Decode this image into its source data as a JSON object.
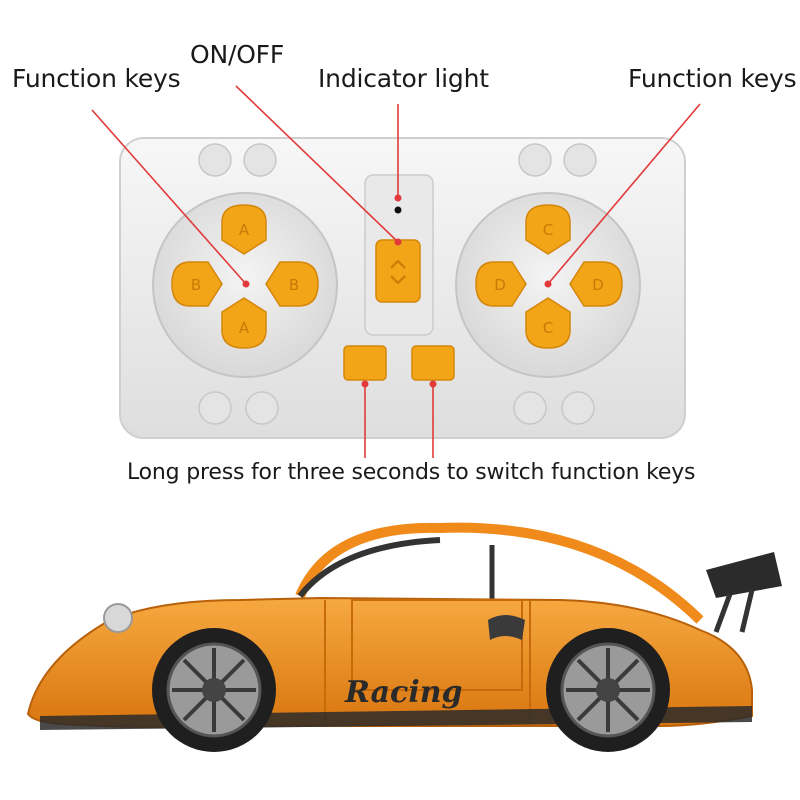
{
  "labels": {
    "function_keys_left": "Function keys",
    "on_off": "ON/OFF",
    "indicator_light": "Indicator light",
    "function_keys_right": "Function keys",
    "long_press": "Long press for three seconds to switch function keys"
  },
  "buttons": {
    "left_pad": {
      "up": "A",
      "down": "A",
      "left": "B",
      "right": "B"
    },
    "right_pad": {
      "up": "C",
      "down": "C",
      "left": "D",
      "right": "D"
    }
  },
  "car": {
    "side_text": "Racing"
  },
  "colors": {
    "button_orange": "#f2a516",
    "button_shade": "#d4870a",
    "remote_body": "#ededed",
    "callout_line": "#e23a3a",
    "car_orange": "#ef8e1e",
    "car_dark": "#2a2a2a"
  }
}
